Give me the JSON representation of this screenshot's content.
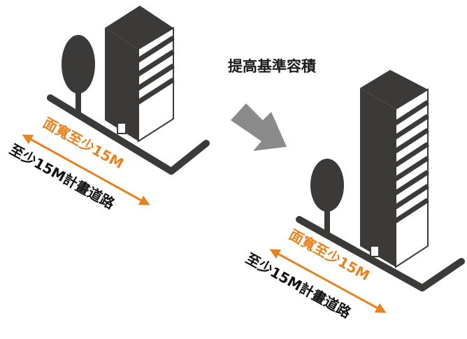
{
  "diagram": {
    "title": "提高基準容積",
    "before": {
      "frontage_label": "面寬至少15M",
      "road_label": "至少15M計畫道路"
    },
    "after": {
      "frontage_label": "面寬至少15M",
      "road_label": "至少15M計畫道路"
    }
  },
  "colors": {
    "building": "#3b3a38",
    "frontage": "#e8821e",
    "arrow": "#8a8a8a",
    "text": "#111111"
  }
}
